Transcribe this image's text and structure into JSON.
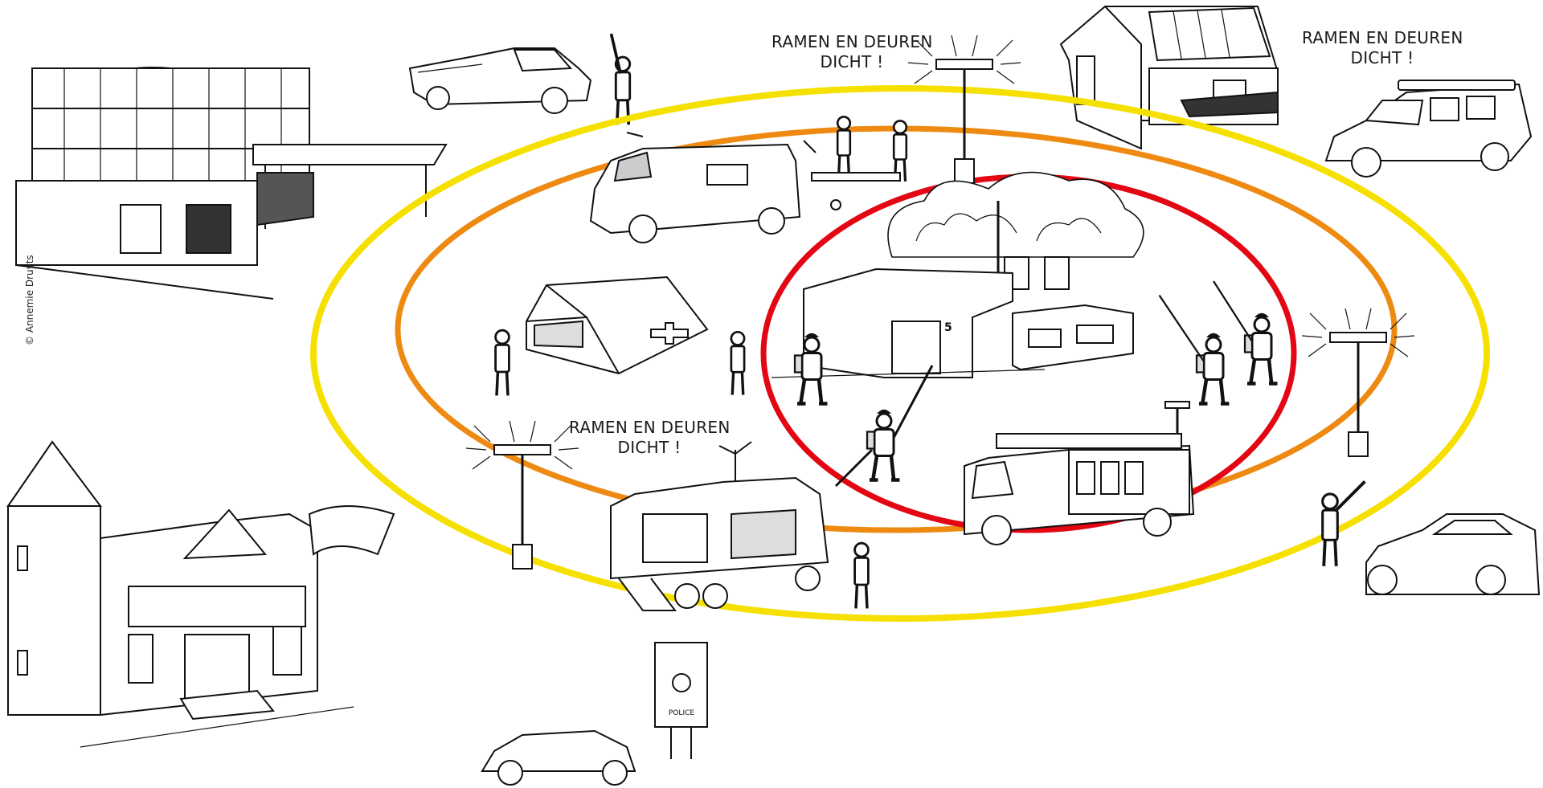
{
  "image": {
    "description": "Emergency zone map illustration: three concentric zones around an incident (fire)",
    "credit": "© Annemie Druyts",
    "zone_colors": {
      "inner": "#e30613",
      "middle": "#ee8a12",
      "outer": "#f5e000"
    }
  },
  "labels": [
    {
      "line1": "RAMEN EN DEUREN",
      "line2": "DICHT !"
    },
    {
      "line1": "RAMEN EN DEUREN",
      "line2": "DICHT !"
    },
    {
      "line1": "RAMEN EN DEUREN",
      "line2": "DICHT !"
    }
  ],
  "signs": {
    "building_number": "5",
    "billboard_text": "POLICE"
  },
  "icons": [
    "office-building-icon",
    "pickup-truck-icon",
    "house-icon",
    "jeep-icon",
    "ambulance-icon",
    "tent-icon",
    "factory-fire-icon",
    "fire-truck-icon",
    "command-truck-icon",
    "town-hall-icon",
    "car-icon",
    "siren-icon",
    "firefighter-icon",
    "police-officer-icon"
  ]
}
